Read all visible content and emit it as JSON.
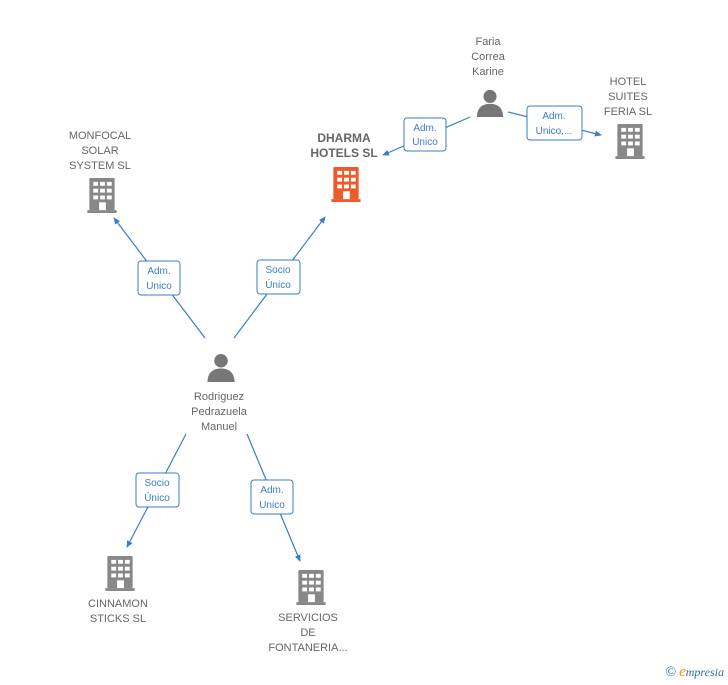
{
  "colors": {
    "company": "#888888",
    "focus_company": "#f05a28",
    "person": "#777777",
    "edge": "#3a7dc9"
  },
  "nodes": {
    "faria": {
      "icon": "person-icon",
      "lines": [
        "Faria",
        "Correa",
        "Karine"
      ]
    },
    "hotel": {
      "icon": "building-icon",
      "lines": [
        "HOTEL",
        "SUITES",
        "FERIA  SL"
      ]
    },
    "dharma": {
      "icon": "building-icon",
      "lines": [
        "DHARMA",
        "HOTELS  SL"
      ],
      "focus": true
    },
    "monfocal": {
      "icon": "building-icon",
      "lines": [
        "MONFOCAL",
        "SOLAR",
        "SYSTEM  SL"
      ]
    },
    "rodriguez": {
      "icon": "person-icon",
      "lines": [
        "Rodriguez",
        "Pedrazuela",
        "Manuel"
      ]
    },
    "cinnamon": {
      "icon": "building-icon",
      "lines": [
        "CINNAMON",
        "STICKS  SL"
      ]
    },
    "servicios": {
      "icon": "building-icon",
      "lines": [
        "SERVICIOS",
        "DE",
        "FONTANERIA..."
      ]
    }
  },
  "edges": {
    "faria_dharma": {
      "lines": [
        "Adm.",
        "Unico"
      ]
    },
    "faria_hotel": {
      "lines": [
        "Adm.",
        "Unico,..."
      ]
    },
    "rodriguez_monfocal": {
      "lines": [
        "Adm.",
        "Unico"
      ]
    },
    "rodriguez_dharma": {
      "lines": [
        "Socio",
        "Único"
      ]
    },
    "rodriguez_cinnamon": {
      "lines": [
        "Socio",
        "Único"
      ]
    },
    "rodriguez_servicios": {
      "lines": [
        "Adm.",
        "Unico"
      ]
    }
  },
  "brand": {
    "copyright": "©",
    "name_initial": "e",
    "name_rest": "mpresia"
  }
}
